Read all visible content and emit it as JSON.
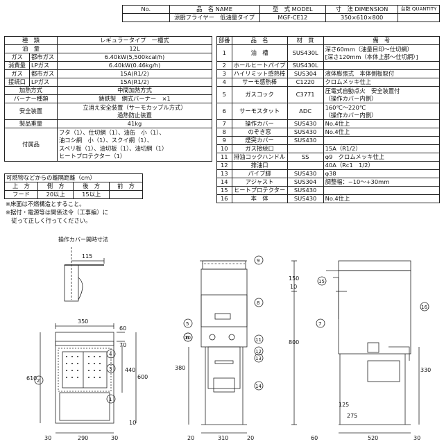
{
  "header": {
    "no": "No.",
    "name_label": "品　名 NAME",
    "model_label": "型　式 MODEL",
    "dim_label": "寸　法 DIMENSION",
    "qty_label": "台数 QUANTITY",
    "name": "涼厨フライヤー　低油量タイプ",
    "model": "MGF-CE12",
    "dimension": "350×610×800"
  },
  "spec": {
    "col_item": "種　類",
    "col_value": "レギュラータイプ　一槽式",
    "rows": [
      {
        "item": "油　量",
        "sub": "",
        "value": "12L"
      },
      {
        "item": "ガス",
        "sub": "都市ガス",
        "value": "6.40kW(5,500kcal/h)"
      },
      {
        "item": "消費量",
        "sub": "LPガス",
        "value": "6.40kW(0.46kg/h)"
      },
      {
        "item": "ガス",
        "sub": "都市ガス",
        "value": "15A(R1/2)"
      },
      {
        "item": "接続口",
        "sub": "LPガス",
        "value": "15A(R1/2)"
      },
      {
        "item": "加熱方式",
        "sub": "",
        "value": "中間加熱方式"
      },
      {
        "item": "バーナー種類",
        "sub": "",
        "value": "鋳鉄製　網式バーナー　×1"
      }
    ],
    "safety_label": "安全装置",
    "safety_lines": [
      "立消え安全装置（サーモカップル方式）",
      "過熱防止装置"
    ],
    "weight_label": "製品重量",
    "weight": "41kg",
    "accessories_label": "付属品",
    "accessories_lines": [
      "フタ（1）、仕切網（1）、油缶　小（1）、",
      "油コシ網　小（1）、スクイ網（1）、",
      "スベリ板（1）、油切板（1）、油切網（1）",
      "ヒートプロテクター（1）"
    ]
  },
  "parts": {
    "col_part": "部番",
    "col_name": "品　名",
    "col_material": "材　質",
    "col_note": "備　考",
    "rows": [
      {
        "no": "1",
        "name": "油　槽",
        "material": "SUS430L",
        "notes": [
          "深さ60mm（油量目印〜仕切網）",
          "[深さ120mm（本体上部〜仕切網）]"
        ]
      },
      {
        "no": "2",
        "name": "ホールヒートパイプ",
        "material": "SUS430L",
        "notes": [
          ""
        ]
      },
      {
        "no": "3",
        "name": "ハイリミット感熱棒",
        "material": "SUS304",
        "notes": [
          "液体膨張式　本体側板取付"
        ]
      },
      {
        "no": "4",
        "name": "サーモ感熱棒",
        "material": "C1220",
        "notes": [
          "クロムメッキ仕上"
        ]
      },
      {
        "no": "5",
        "name": "ガスコック",
        "material": "C3771",
        "notes": [
          "圧電式自動点火　安全装置付",
          "（操作カバー内側）"
        ]
      },
      {
        "no": "6",
        "name": "サーモスタット",
        "material": "ADC",
        "notes": [
          "160℃〜220℃",
          "（操作カバー内側）"
        ]
      },
      {
        "no": "7",
        "name": "操作カバー",
        "material": "SUS430",
        "notes": [
          "No.4仕上"
        ]
      },
      {
        "no": "8",
        "name": "のぞき窓",
        "material": "SUS430",
        "notes": [
          "No.4仕上"
        ]
      },
      {
        "no": "9",
        "name": "煙突カバー",
        "material": "SUS430",
        "notes": [
          ""
        ]
      },
      {
        "no": "10",
        "name": "ガス接続口",
        "material": "",
        "notes": [
          "15A（R1/2）"
        ]
      },
      {
        "no": "11",
        "name": "排油コックハンドル",
        "material": "SS",
        "notes": [
          "φ9　クロムメッキ仕上"
        ]
      },
      {
        "no": "12",
        "name": "排油口",
        "material": "",
        "notes": [
          "40A（Rc1　1/2）"
        ]
      },
      {
        "no": "13",
        "name": "パイプ脚",
        "material": "SUS430",
        "notes": [
          "φ38"
        ]
      },
      {
        "no": "14",
        "name": "アジャスト",
        "material": "SUS304",
        "notes": [
          "調整幅：−10〜+30mm"
        ]
      },
      {
        "no": "15",
        "name": "ヒートプロテクター",
        "material": "SUS430",
        "notes": [
          ""
        ]
      },
      {
        "no": "16",
        "name": "本　体",
        "material": "SUS430",
        "notes": [
          "No.4仕上"
        ]
      }
    ]
  },
  "distance": {
    "title": "可燃物などからの離隔距離（cm）",
    "headers": [
      "上　方",
      "側　方",
      "後　方",
      "前　方"
    ],
    "row_label": "フード",
    "values": [
      "20以上",
      "15以上",
      ""
    ],
    "notes": [
      "※床面は不燃構造とすること。",
      "※据付・電源等は関係法令（工事編）に",
      "　従って正しく行ってください。"
    ]
  },
  "drawing": {
    "detail_caption": "操作カバー開時寸法",
    "dims": {
      "w115": "115",
      "w350": "350",
      "d60": "60",
      "d70": "70",
      "d440": "440",
      "d600": "600",
      "d610": "610",
      "d30a": "30",
      "d290": "290",
      "d30b": "30",
      "d10": "10",
      "f380": "380",
      "f20": "20",
      "f310": "310",
      "f20b": "20",
      "s150": "150",
      "s10": "10",
      "s800": "800",
      "s330": "330",
      "s125": "125",
      "s275": "275",
      "s60": "60",
      "s520": "520",
      "s30": "30"
    },
    "balloons": [
      "1",
      "2",
      "3",
      "4",
      "5",
      "6",
      "7",
      "8",
      "9",
      "10",
      "11",
      "12",
      "13",
      "14",
      "15",
      "16"
    ]
  }
}
